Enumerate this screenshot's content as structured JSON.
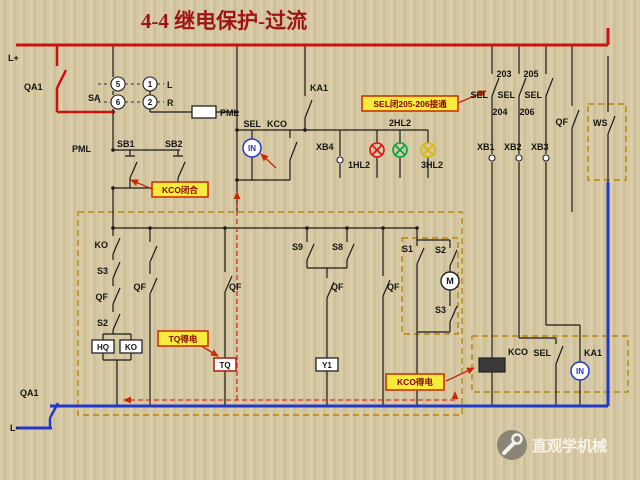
{
  "title": "4-4 继电保护-过流",
  "watermark": {
    "brand": "直观学机械"
  },
  "rails": {
    "l_plus": "L+",
    "l_minus": "L-",
    "qa1_top": "QA1",
    "qa1_bottom": "QA1"
  },
  "sa": {
    "label": "SA",
    "pos5": "5",
    "pos1": "1",
    "pos6": "6",
    "pos2": "2",
    "left": "L",
    "right": "R"
  },
  "labels": {
    "pml_top": "PML",
    "pml_left": "PML",
    "sb1": "SB1",
    "sb2": "SB2",
    "sel_top": "SEL",
    "kco_top": "KCO",
    "in_top": "IN",
    "ka1_top": "KA1",
    "xb4": "XB4",
    "hl2_1": "1HL2",
    "hl2_2": "2HL2",
    "hl2_3": "3HL2",
    "n203": "203",
    "n205": "205",
    "sel_a": "SEL",
    "sel_b": "SEL",
    "sel_c": "SEL",
    "n204": "204",
    "n206": "206",
    "xb1": "XB1",
    "xb2": "XB2",
    "xb3": "XB3",
    "qf_top": "QF",
    "ws": "WS",
    "ko": "KO",
    "s3_left": "S3",
    "qf_left": "QF",
    "s2_left": "S2",
    "hq": "HQ",
    "ko_coil": "KO",
    "qf_a": "QF",
    "qf_b": "QF",
    "qf_c": "QF",
    "qf_d": "QF",
    "tq": "TQ",
    "y1": "Y1",
    "s9": "S9",
    "s8": "S8",
    "s1": "S1",
    "s2_right": "S2",
    "s3_right": "S3",
    "motor": "M",
    "kco_bottom": "KCO",
    "sel_bottom": "SEL",
    "ka1_bottom": "KA1",
    "in_bottom": "IN"
  },
  "callouts": {
    "sel_trip": "SEL闭205-206接通",
    "kco_close": "KCO闭合",
    "tq_energized": "TQ得电",
    "kco_energized": "KCO得电"
  },
  "colors": {
    "power_rail_red": "#cc1111",
    "return_rail_blue": "#2238c8",
    "callout_fill": "#f7ec3e",
    "callout_border": "#cc2a00",
    "dashed_box": "#b8860b",
    "lamp_red": "#dd1111",
    "lamp_green": "#00a33e",
    "lamp_yellow": "#ddb800",
    "title_red": "#9e1414"
  }
}
